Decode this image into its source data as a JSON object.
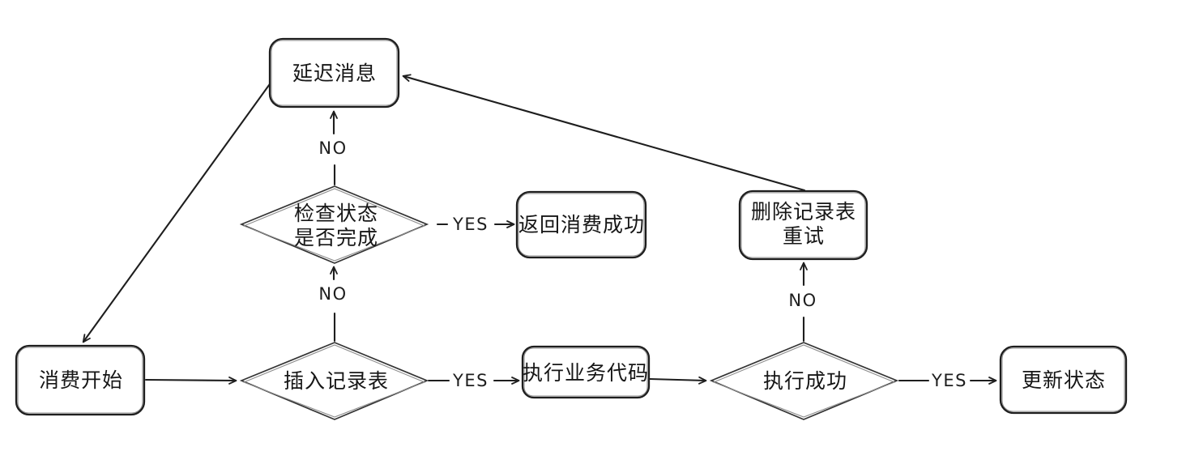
{
  "diagram": {
    "background_color": "#ffffff",
    "ink_color": "#1e1e1e",
    "nodes": {
      "consume_start": {
        "label": "消费开始"
      },
      "insert_record": {
        "label": "插入记录表"
      },
      "execute_business_code": {
        "label": "执行业务代码"
      },
      "execute_success": {
        "label": "执行成功"
      },
      "update_status": {
        "label": "更新状态"
      },
      "delete_record_retry": {
        "line1": "删除记录表",
        "line2": "重试"
      },
      "check_status": {
        "line1": "检查状态",
        "line2": "是否完成"
      },
      "return_success": {
        "label": "返回消费成功"
      },
      "delay_message": {
        "label": "延迟消息"
      }
    },
    "edge_labels": {
      "insert_record_yes": "YES",
      "execute_success_yes": "YES",
      "check_status_yes": "YES",
      "insert_record_no": "NO",
      "check_status_no": "NO",
      "execute_success_no": "NO"
    }
  }
}
